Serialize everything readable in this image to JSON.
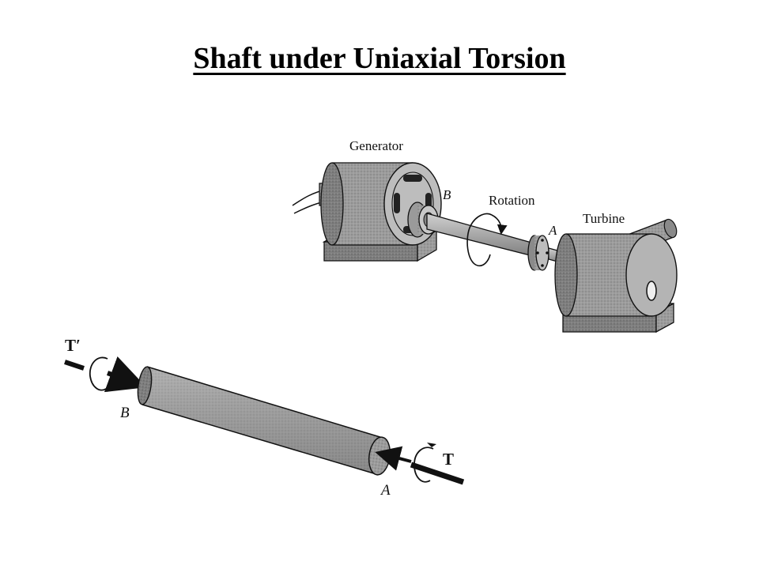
{
  "title": "Shaft under Uniaxial Torsion",
  "assembly": {
    "generator_label": "Generator",
    "turbine_label": "Turbine",
    "rotation_label": "Rotation",
    "point_b_label": "B",
    "point_a_label": "A"
  },
  "shaft": {
    "torque_left_label": "T′",
    "torque_right_label": "T",
    "end_b_label": "B",
    "end_a_label": "A"
  },
  "colors": {
    "ink": "#111111",
    "metal_dark": "#6f6f6f",
    "metal_mid": "#9a9a9a",
    "metal_light": "#c8c8c8"
  }
}
